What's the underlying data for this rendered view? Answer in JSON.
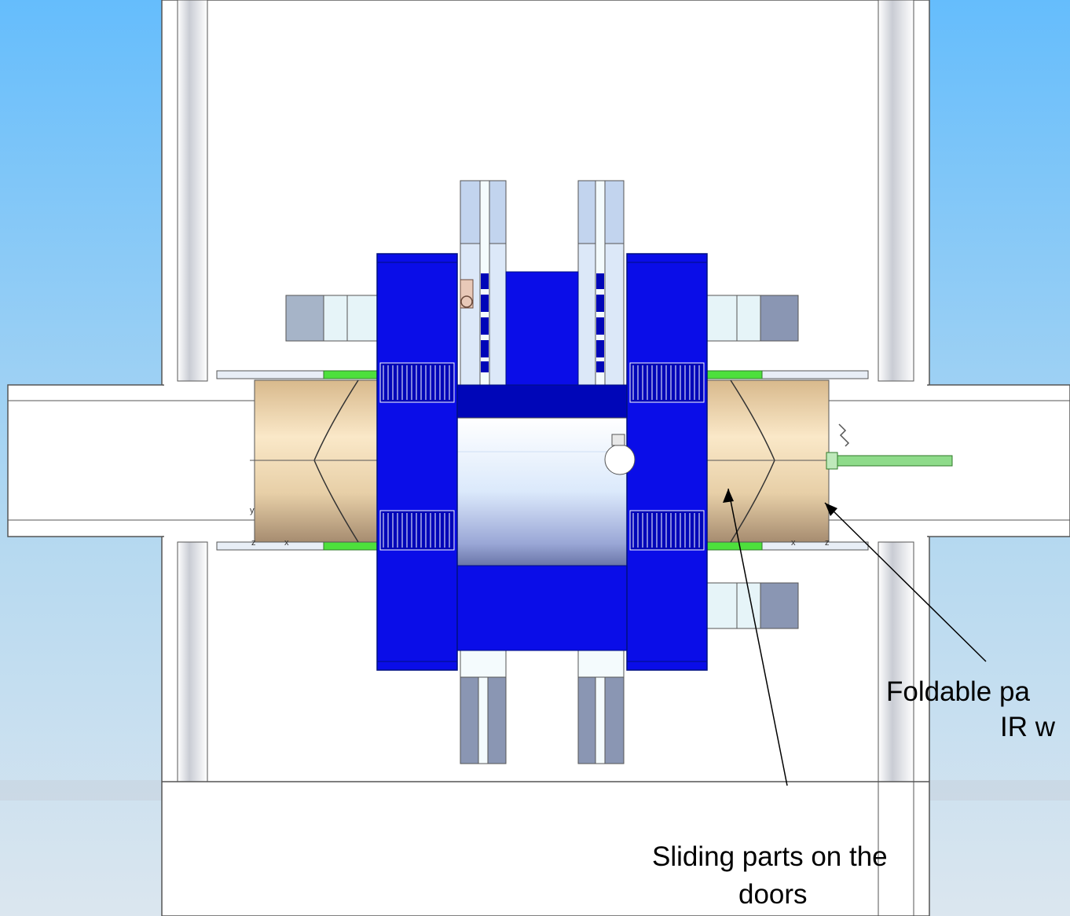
{
  "colors": {
    "background_top": "#65bdfc",
    "background_bottom": "#dbe6ef",
    "hall_outline": "#555555",
    "magnet_blue": "#0a0de8",
    "magnet_dark_blue": "#0006b8",
    "cryostat_tan": "#e8cfa6",
    "support_green": "#4de03c",
    "slate_block": "#8a96b3",
    "pale_block": "#c2d4ee",
    "beam_pipe_green": "#8edb8a",
    "annotation_line": "#000000"
  },
  "annotations": {
    "sliding_parts_line1": "Sliding parts on the",
    "sliding_parts_line2": "doors",
    "foldable_line1": "Foldable pa",
    "foldable_line2": "IR w"
  },
  "axis_marks": {
    "y": "y",
    "z": "z",
    "x": "x"
  }
}
